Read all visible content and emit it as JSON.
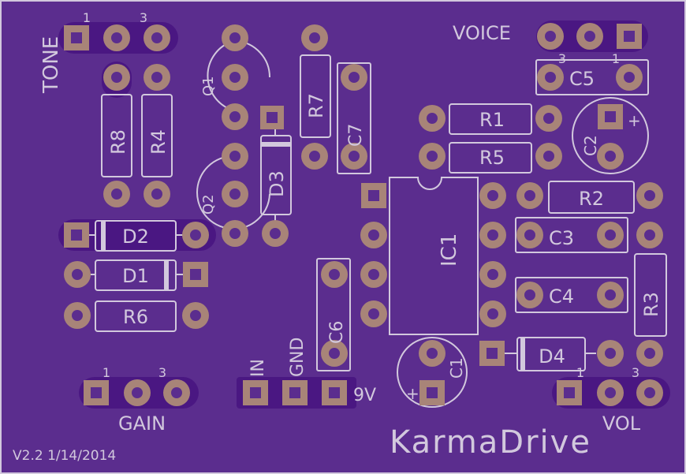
{
  "board": {
    "title": "KarmaDrive",
    "version": "V2.2 1/14/2014",
    "colors": {
      "board": "#5b2d8e",
      "mask": "#4a1782",
      "pad": "#a88478",
      "silk": "#d2c8dd",
      "frame": "#d2c8dd"
    }
  },
  "labels": {
    "tone": "TONE",
    "voice": "VOICE",
    "gain": "GAIN",
    "vol": "VOL",
    "in": "IN",
    "gnd": "GND",
    "nine_v": "9V",
    "pin1": "1",
    "pin3": "3",
    "plus": "+"
  },
  "components": {
    "r1": "R1",
    "r2": "R2",
    "r3": "R3",
    "r4": "R4",
    "r5": "R5",
    "r6": "R6",
    "r7": "R7",
    "r8": "R8",
    "c1": "C1",
    "c2": "C2",
    "c3": "C3",
    "c4": "C4",
    "c5": "C5",
    "c6": "C6",
    "c7": "C7",
    "d1": "D1",
    "d2": "D2",
    "d3": "D3",
    "d4": "D4",
    "q1": "Q1",
    "q2": "Q2",
    "ic1": "IC1"
  }
}
